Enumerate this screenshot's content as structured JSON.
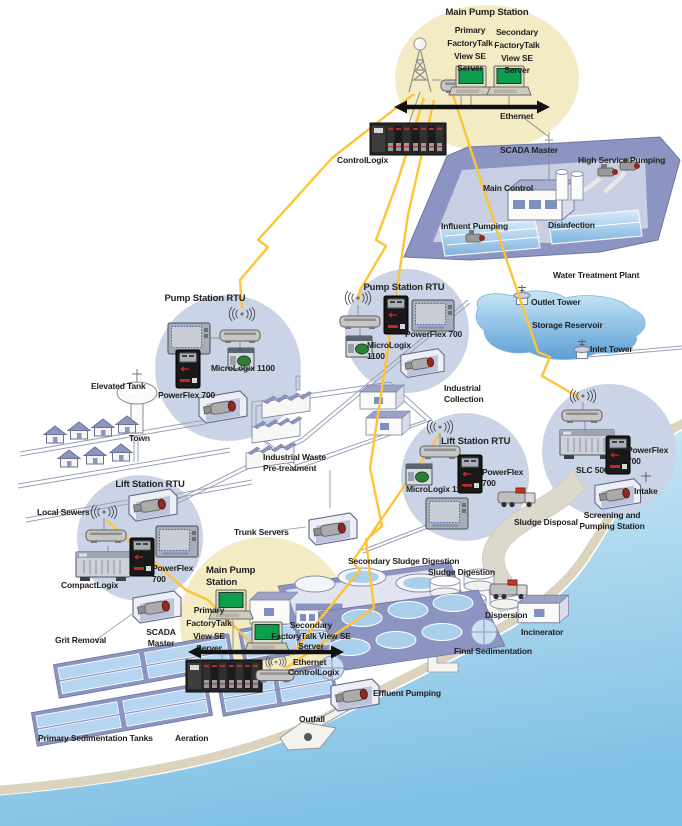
{
  "top_station": {
    "title": "Main Pump Station",
    "primary": "Primary\nFactoryTalk\nView SE\nServer",
    "secondary": "Secondary\nFactoryTalk\nView SE\nServer",
    "ethernet": "Ethernet",
    "controller": "ControlLogix"
  },
  "plant_top": {
    "scada": "SCADA Master",
    "high_service": "High Service Pumping",
    "main_control": "Main Control",
    "influent": "Influent Pumping",
    "disinfection": "Disinfection",
    "caption": "Water Treatment Plant",
    "outlet_tower": "Outlet Tower",
    "storage_reservoir": "Storage Reservoir",
    "inlet_tower": "Inlet Tower"
  },
  "pump_rtu_left": {
    "title": "Pump Station RTU",
    "plc": "MicroLogix 1100",
    "drive": "PowerFlex 700"
  },
  "pump_rtu_mid": {
    "title": "Pump Station RTU",
    "plc": "MicroLogix\n1100",
    "drive": "PowerFlex 700"
  },
  "supply": {
    "elevated_tank": "Elevated Tank",
    "town": "Town",
    "local_sewers": "Local Sewers"
  },
  "lift_rtu_left": {
    "title": "Lift Station RTU",
    "plc": "CompactLogix",
    "drive": "PowerFlex\n700"
  },
  "lift_rtu_right": {
    "title": "Lift Station RTU",
    "plc": "MicroLogix 1100",
    "drive": "PowerFlex\n700"
  },
  "intake_rtu": {
    "plc": "SLC 500",
    "drive": "PowerFlex\n700",
    "intake": "Intake",
    "station": "Screening and\nPumping Station"
  },
  "industrial": {
    "collection": "Industrial\nCollection",
    "pretreatment": "Industrial Waste\nPre-treatment"
  },
  "bottom_station": {
    "title": "Main Pump\nStation",
    "primary": "Primary\nFactoryTalk\nView SE\nServer",
    "secondary": "Secondary\nFactoryTalk View SE\nServer",
    "ethernet": "Ethernet",
    "controller": "ControlLogix",
    "trunk": "Trunk Servers",
    "scada": "SCADA\nMaster"
  },
  "plant_bottom": {
    "grit": "Grit Removal",
    "primary_sed": "Primary Sedimentation Tanks",
    "aeration": "Aeration",
    "secondary_sludge": "Secondary Sludge Digestion",
    "sludge_digestion": "Sludge Digestion",
    "sludge_disposal": "Sludge Disposal",
    "dispersion": "Dispersion",
    "incinerator": "Incinerator",
    "final_sed": "Final Sedimentation",
    "effluent": "Effluent Pumping",
    "outfall": "Outfall"
  },
  "colors": {
    "bubble_yellow": "#F3EBC4",
    "bubble_blue": "#CBD4E6",
    "platform_violet": "#8C95C2",
    "radio_link_yellow": "#FFC435",
    "ethernet_black": "#111111",
    "screen_green": "#0B9F4D",
    "water_blue": "#A9CFEA",
    "ocean_blue": "#7FC0E4",
    "beach_tan": "#DBD3BE"
  }
}
